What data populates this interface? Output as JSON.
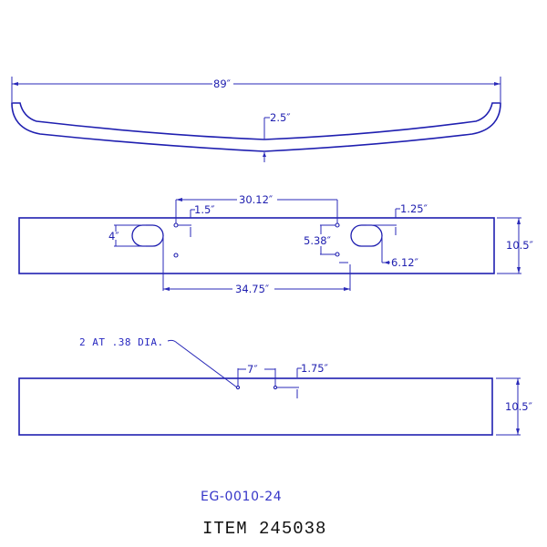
{
  "drawing": {
    "part_number": "EG-0010-24",
    "item_label": "ITEM 245038",
    "line_color": "#1f1fb0",
    "top_view": {
      "overall_width_label": "89″",
      "center_depth_label": "2.5″"
    },
    "front_view": {
      "hole_spacing_top_label": "30.12″",
      "hole_offset_left_label": "1.5″",
      "hole_offset_right_label": "1.25″",
      "slot_height_label": "4″",
      "hole_vertical_spacing_label": "5.38″",
      "slot_offset_label": "6.12″",
      "slot_spacing_bottom_label": "34.75″",
      "height_label": "10.5″"
    },
    "rear_view": {
      "hole_note": "2 AT .38 DIA.",
      "hole_spacing_label": "7″",
      "hole_offset_label": "1.75″",
      "height_label": "10.5″"
    }
  }
}
